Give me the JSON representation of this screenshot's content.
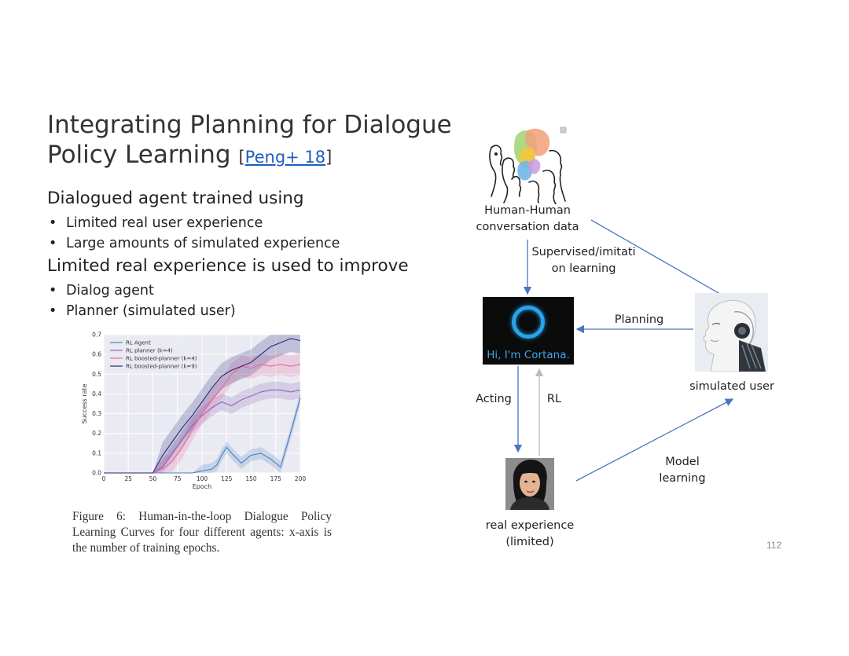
{
  "slide": {
    "title_line1": "Integrating Planning for Dialogue",
    "title_line2": "Policy Learning",
    "cite_open": "[",
    "cite_link": "Peng+ 18",
    "cite_close": "]",
    "page_number": "112"
  },
  "body": {
    "heading1": "Dialogued agent trained using",
    "bullets1": [
      "Limited real user experience",
      "Large amounts of simulated experience"
    ],
    "heading2": "Limited real experience is used to improve",
    "bullets2": [
      "Dialog agent",
      "Planner (simulated user)"
    ]
  },
  "figure_caption": "Figure 6: Human-in-the-loop Dialogue Policy Learning Curves for four different agents: x-axis is the number of training epochs.",
  "diagram": {
    "human_data_line1": "Human-Human",
    "human_data_line2": "conversation data",
    "supervised_line1": "Supervised/imitati",
    "supervised_line2": "on learning",
    "cortana_text": "Hi, I'm Cortana.",
    "planning": "Planning",
    "simulated_user": "simulated user",
    "acting": "Acting",
    "rl": "RL",
    "model_line1": "Model",
    "model_line2": "learning",
    "real_exp_line1": "real experience",
    "real_exp_line2": "(limited)",
    "arrow_color": "#4a76c0"
  },
  "chart_data": {
    "type": "line",
    "xlabel": "Epoch",
    "ylabel": "Success rate",
    "xlim": [
      0,
      200
    ],
    "ylim": [
      0,
      0.7
    ],
    "x_ticks": [
      0,
      25,
      50,
      75,
      100,
      125,
      150,
      175,
      200
    ],
    "y_ticks": [
      0.0,
      0.1,
      0.2,
      0.3,
      0.4,
      0.5,
      0.6,
      0.7
    ],
    "grid": true,
    "legend_position": "top-left",
    "series": [
      {
        "name": "RL Agent",
        "color": "#4a7fc1",
        "x": [
          0,
          50,
          90,
          100,
          110,
          115,
          120,
          125,
          130,
          140,
          150,
          160,
          170,
          180,
          190,
          200
        ],
        "y": [
          0,
          0,
          0,
          0.01,
          0.02,
          0.04,
          0.09,
          0.13,
          0.1,
          0.05,
          0.09,
          0.1,
          0.07,
          0.03,
          0.2,
          0.38
        ]
      },
      {
        "name": "RL planner (k=4)",
        "color": "#8d66b8",
        "x": [
          0,
          50,
          60,
          70,
          80,
          90,
          100,
          110,
          120,
          130,
          140,
          150,
          160,
          170,
          180,
          190,
          200
        ],
        "y": [
          0,
          0,
          0.03,
          0.1,
          0.17,
          0.24,
          0.29,
          0.33,
          0.36,
          0.34,
          0.37,
          0.39,
          0.41,
          0.42,
          0.42,
          0.41,
          0.42
        ]
      },
      {
        "name": "RL boosted-planner (k=4)",
        "color": "#e8679a",
        "x": [
          0,
          50,
          60,
          70,
          80,
          90,
          100,
          110,
          120,
          130,
          140,
          150,
          160,
          170,
          180,
          190,
          200
        ],
        "y": [
          0,
          0,
          0.02,
          0.06,
          0.13,
          0.22,
          0.3,
          0.37,
          0.43,
          0.5,
          0.54,
          0.53,
          0.55,
          0.54,
          0.55,
          0.54,
          0.55
        ]
      },
      {
        "name": "RL boosted-planner (k=9)",
        "color": "#27277a",
        "x": [
          0,
          50,
          60,
          70,
          80,
          90,
          100,
          110,
          120,
          130,
          140,
          150,
          160,
          170,
          180,
          190,
          200
        ],
        "y": [
          0,
          0,
          0.09,
          0.16,
          0.23,
          0.29,
          0.36,
          0.43,
          0.49,
          0.52,
          0.54,
          0.56,
          0.6,
          0.64,
          0.66,
          0.68,
          0.67
        ]
      }
    ]
  }
}
